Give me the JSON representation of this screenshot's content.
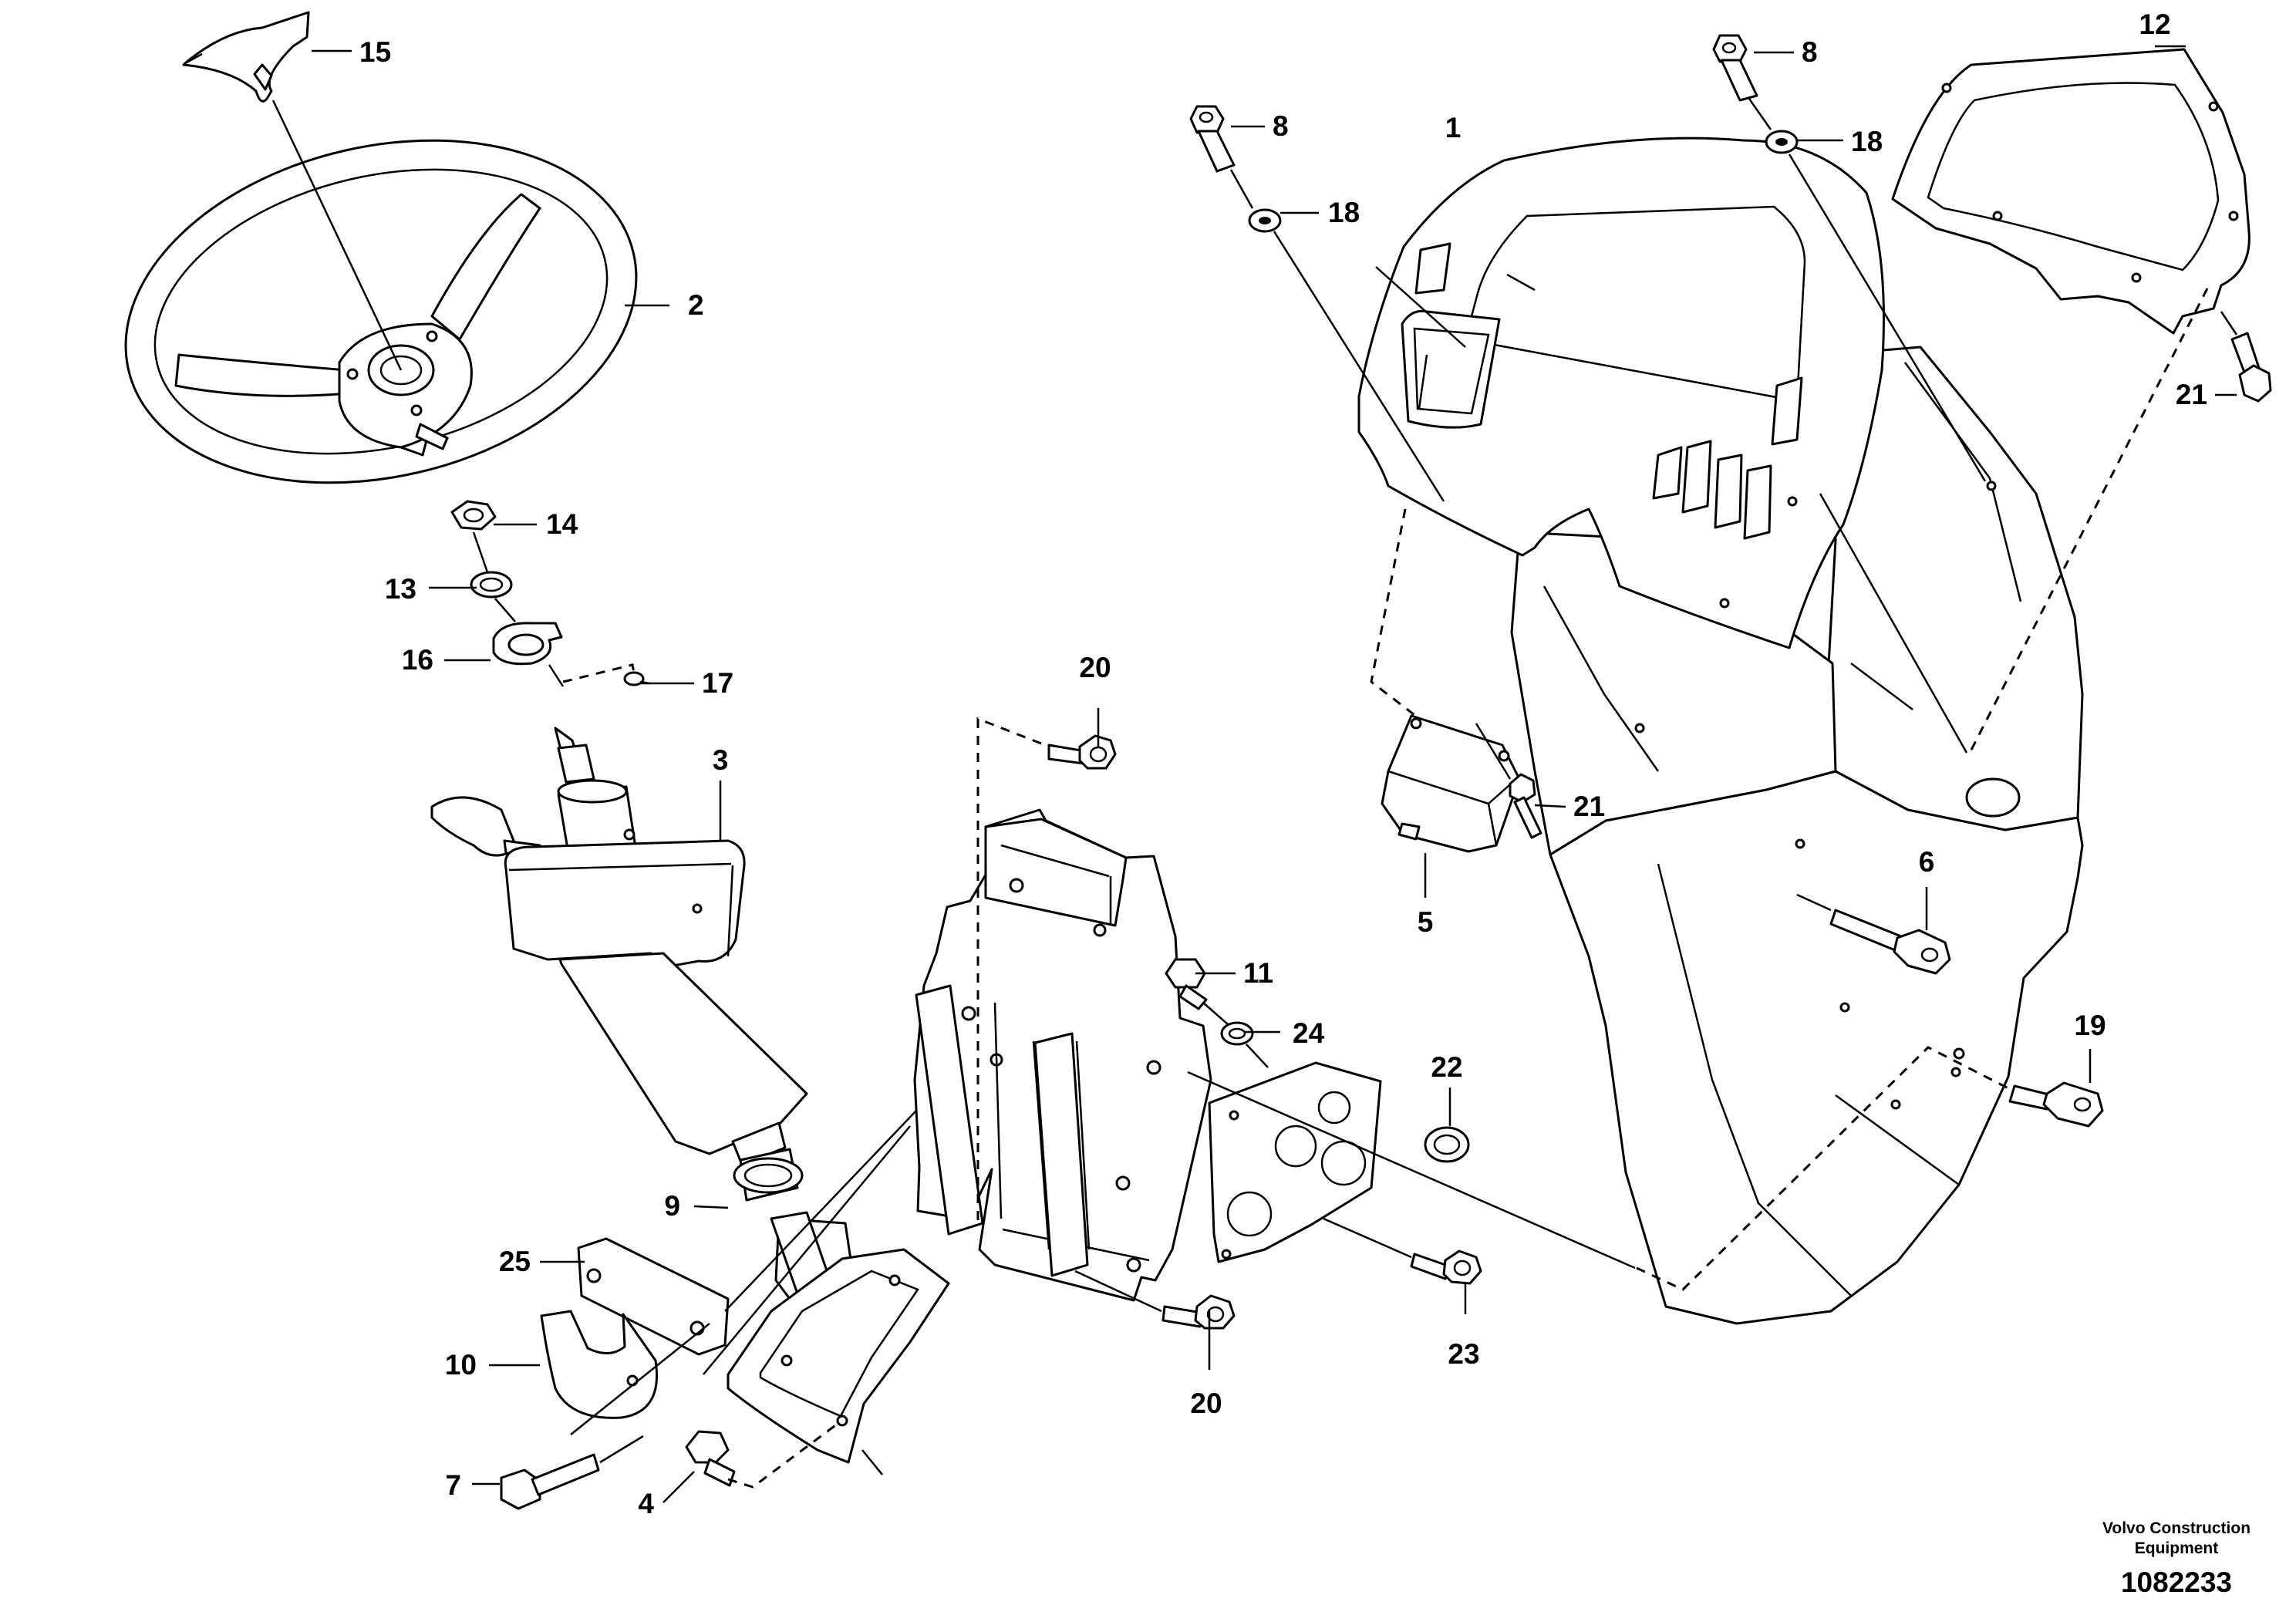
{
  "diagram": {
    "callouts": {
      "c1": "1",
      "c2": "2",
      "c3": "3",
      "c4": "4",
      "c5": "5",
      "c6": "6",
      "c7": "7",
      "c8a": "8",
      "c8b": "8",
      "c9": "9",
      "c10": "10",
      "c11": "11",
      "c12": "12",
      "c13": "13",
      "c14": "14",
      "c15": "15",
      "c16": "16",
      "c17": "17",
      "c18a": "18",
      "c18b": "18",
      "c19": "19",
      "c20a": "20",
      "c20b": "20",
      "c21a": "21",
      "c21b": "21",
      "c22": "22",
      "c23": "23",
      "c24": "24",
      "c25": "25"
    },
    "footer": {
      "company_line1": "Volvo Construction",
      "company_line2": "Equipment",
      "drawing_number": "1082233"
    }
  }
}
